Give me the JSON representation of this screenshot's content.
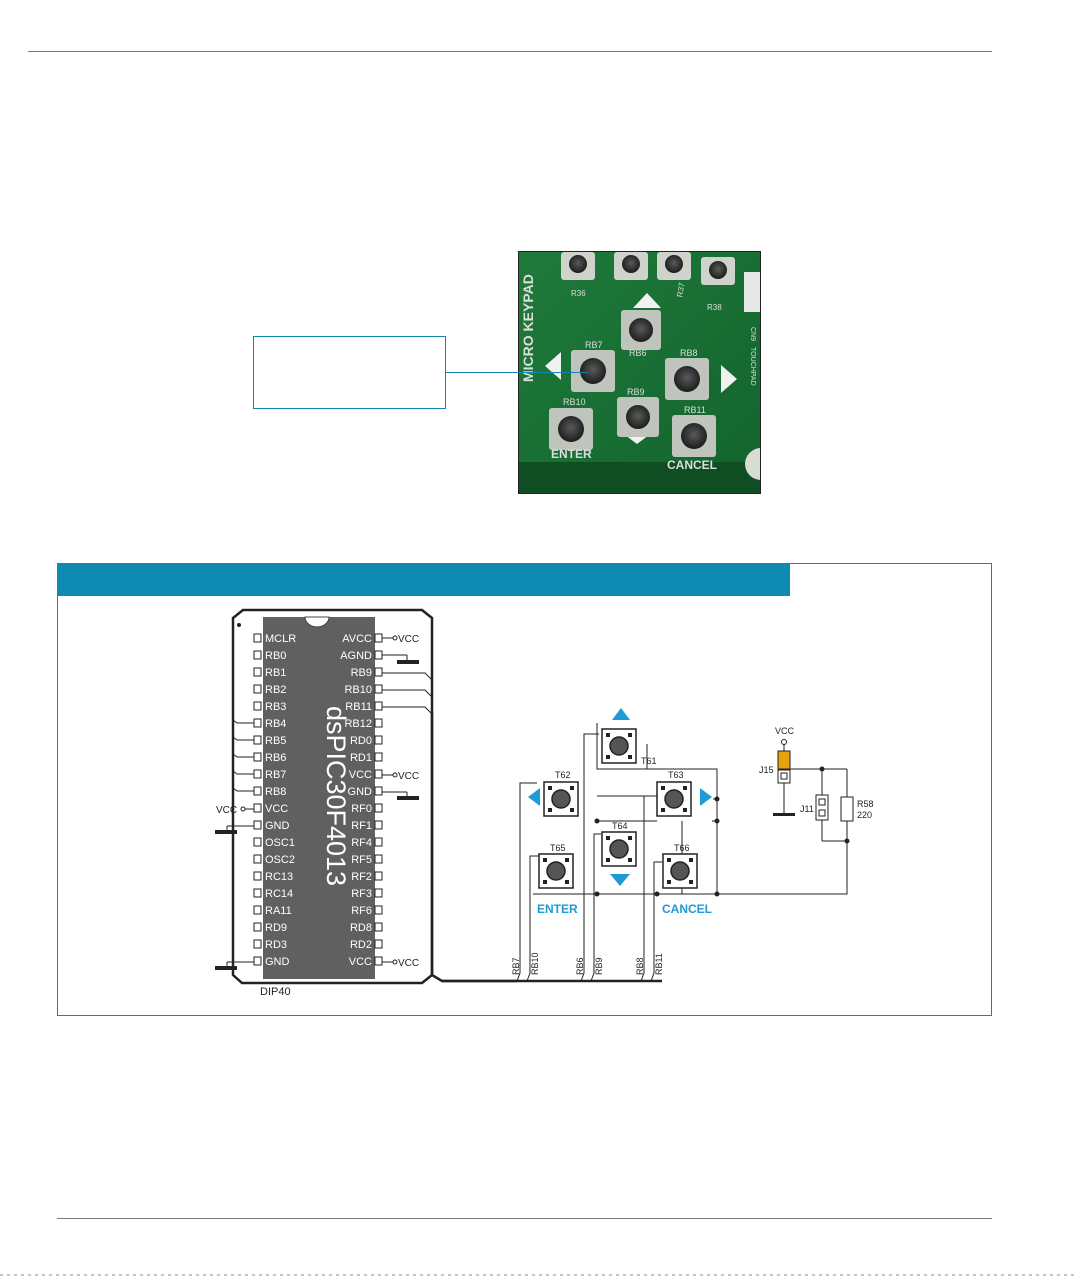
{
  "photo": {
    "labels": {
      "keypad": "MICRO KEYPAD",
      "rb6": "RB6",
      "rb7": "RB7",
      "rb8": "RB8",
      "rb9": "RB9",
      "rb10": "RB10",
      "rb11": "RB11",
      "enter": "ENTER",
      "cancel": "CANCEL",
      "r36": "R36",
      "r37": "R37",
      "r38": "R38",
      "cn9": "CN9",
      "touch": "TOUCHPAD"
    }
  },
  "schematic": {
    "mcu_name": "dsPIC30F4013",
    "package": "DIP40",
    "left_pins": [
      "MCLR",
      "RB0",
      "RB1",
      "RB2",
      "RB3",
      "RB4",
      "RB5",
      "RB6",
      "RB7",
      "RB8",
      "VCC",
      "GND",
      "OSC1",
      "OSC2",
      "RC13",
      "RC14",
      "RA11",
      "RD9",
      "RD3",
      "GND"
    ],
    "right_pins": [
      "AVCC",
      "AGND",
      "RB9",
      "RB10",
      "RB11",
      "RB12",
      "RD0",
      "RD1",
      "VCC",
      "GND",
      "RF0",
      "RF1",
      "RF4",
      "RF5",
      "RF2",
      "RF3",
      "RF6",
      "RD8",
      "RD2",
      "VCC"
    ],
    "vcc": "VCC",
    "buttons": {
      "t61": "T61",
      "t62": "T62",
      "t63": "T63",
      "t64": "T64",
      "t65": "T65",
      "t66": "T66"
    },
    "enter_label": "ENTER",
    "cancel_label": "CANCEL",
    "bus_labels": [
      "RB7",
      "RB10",
      "RB6",
      "RB9",
      "RB8",
      "RB11"
    ],
    "j15": "J15",
    "j11": "J11",
    "r58": "R58",
    "r58_value": "220",
    "accent": "#0f8bb3",
    "arrow_color": "#1e9ad6"
  }
}
